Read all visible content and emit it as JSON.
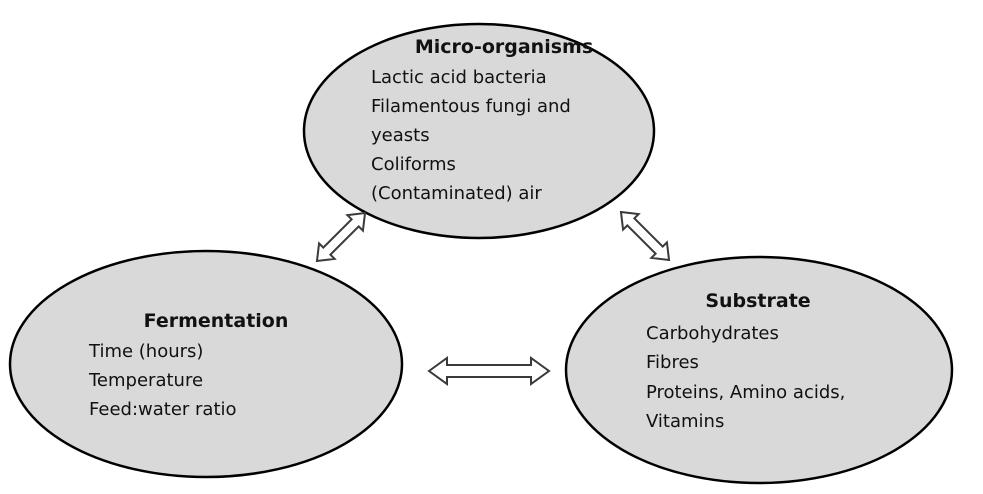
{
  "diagram": {
    "nodes": {
      "microorganisms": {
        "title": "Micro-organisms",
        "items": [
          "Lactic acid bacteria",
          "Filamentous fungi and",
          "yeasts",
          "Coliforms",
          "(Contaminated) air"
        ]
      },
      "fermentation": {
        "title": "Fermentation",
        "items": [
          "Time (hours)",
          "Temperature",
          "Feed:water ratio"
        ]
      },
      "substrate": {
        "title": "Substrate",
        "items": [
          "Carbohydrates",
          "Fibres",
          "Proteins, Amino acids,",
          "Vitamins"
        ]
      }
    },
    "edges": [
      {
        "from": "microorganisms",
        "to": "fermentation",
        "style": "double-headed"
      },
      {
        "from": "microorganisms",
        "to": "substrate",
        "style": "double-headed"
      },
      {
        "from": "fermentation",
        "to": "substrate",
        "style": "double-headed"
      }
    ],
    "colors": {
      "node_fill": "#d9d9d9",
      "node_stroke": "#000000",
      "arrow_fill": "#ffffff",
      "arrow_stroke": "#3a3a3a",
      "text": "#111111"
    }
  }
}
